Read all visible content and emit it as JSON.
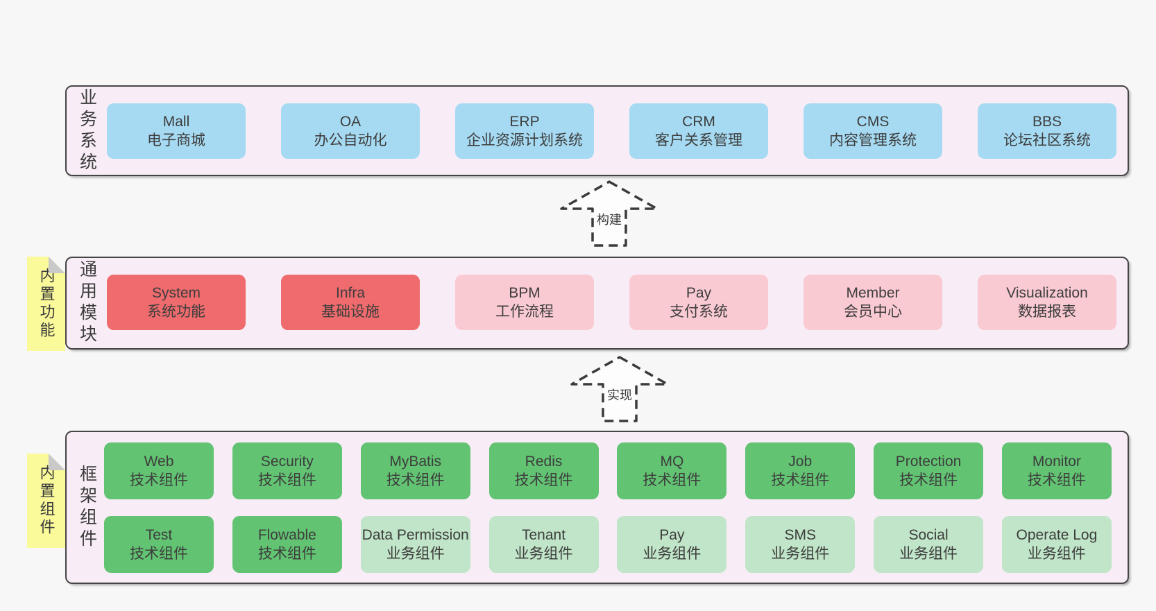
{
  "diagram": {
    "arrows": [
      {
        "label": "构建"
      },
      {
        "label": "实现"
      }
    ],
    "sections": {
      "business": {
        "label": "业务系统",
        "boxes": [
          {
            "name": "Mall",
            "subtitle": "电子商城"
          },
          {
            "name": "OA",
            "subtitle": "办公自动化"
          },
          {
            "name": "ERP",
            "subtitle": "企业资源计划系统"
          },
          {
            "name": "CRM",
            "subtitle": "客户关系管理"
          },
          {
            "name": "CMS",
            "subtitle": "内容管理系统"
          },
          {
            "name": "BBS",
            "subtitle": "论坛社区系统"
          }
        ]
      },
      "modules": {
        "label": "通用模块",
        "sticky": "内置功能",
        "boxes": [
          {
            "name": "System",
            "subtitle": "系统功能"
          },
          {
            "name": "Infra",
            "subtitle": "基础设施"
          },
          {
            "name": "BPM",
            "subtitle": "工作流程"
          },
          {
            "name": "Pay",
            "subtitle": "支付系统"
          },
          {
            "name": "Member",
            "subtitle": "会员中心"
          },
          {
            "name": "Visualization",
            "subtitle": "数据报表"
          }
        ]
      },
      "framework": {
        "label": "框架组件",
        "sticky": "内置组件",
        "rows": [
          [
            {
              "name": "Web",
              "subtitle": "技术组件"
            },
            {
              "name": "Security",
              "subtitle": "技术组件"
            },
            {
              "name": "MyBatis",
              "subtitle": "技术组件"
            },
            {
              "name": "Redis",
              "subtitle": "技术组件"
            },
            {
              "name": "MQ",
              "subtitle": "技术组件"
            },
            {
              "name": "Job",
              "subtitle": "技术组件"
            },
            {
              "name": "Protection",
              "subtitle": "技术组件"
            },
            {
              "name": "Monitor",
              "subtitle": "技术组件"
            }
          ],
          [
            {
              "name": "Test",
              "subtitle": "技术组件"
            },
            {
              "name": "Flowable",
              "subtitle": "技术组件"
            },
            {
              "name": "Data Permission",
              "subtitle": "业务组件"
            },
            {
              "name": "Tenant",
              "subtitle": "业务组件"
            },
            {
              "name": "Pay",
              "subtitle": "业务组件"
            },
            {
              "name": "SMS",
              "subtitle": "业务组件"
            },
            {
              "name": "Social",
              "subtitle": "业务组件"
            },
            {
              "name": "Operate Log",
              "subtitle": "业务组件"
            }
          ]
        ]
      }
    },
    "colors": {
      "page_bg": "#f7f7f7",
      "panel_bg": "#f8edf6",
      "panel_border": "#454545",
      "blue_box": "#a6daf2",
      "red_box": "#ef6b6d",
      "pink_box": "#facad3",
      "green_box": "#62c372",
      "light_green_box": "#c0e5c8",
      "sticky_note": "#fafa9b",
      "sticky_fold": "#c9c9c9",
      "text": "#3b3b3b"
    }
  }
}
